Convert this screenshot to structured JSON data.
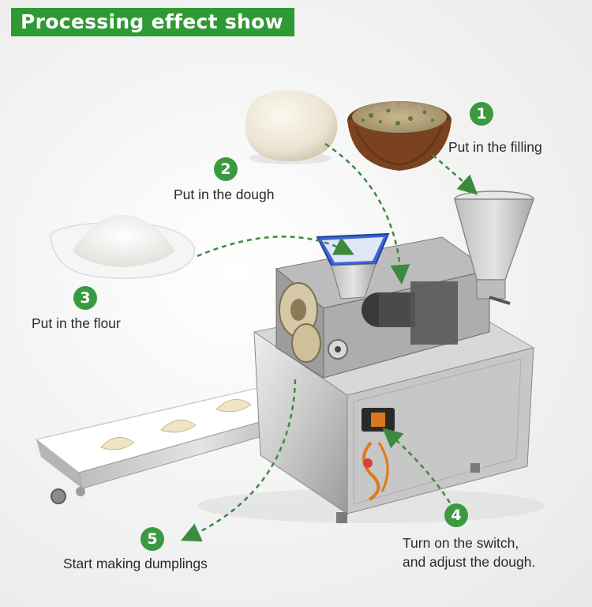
{
  "title": "Processing effect show",
  "steps": [
    {
      "number": "1",
      "label": "Put in the filling"
    },
    {
      "number": "2",
      "label": "Put in the dough"
    },
    {
      "number": "3",
      "label": "Put in the flour"
    },
    {
      "number": "4",
      "label_line1": "Turn on the switch,",
      "label_line2": "and adjust the dough."
    },
    {
      "number": "5",
      "label": "Start making dumplings"
    }
  ],
  "colors": {
    "accent": "#2e9a33",
    "badge": "#3b9a40",
    "arrow": "#3d8a3f"
  }
}
